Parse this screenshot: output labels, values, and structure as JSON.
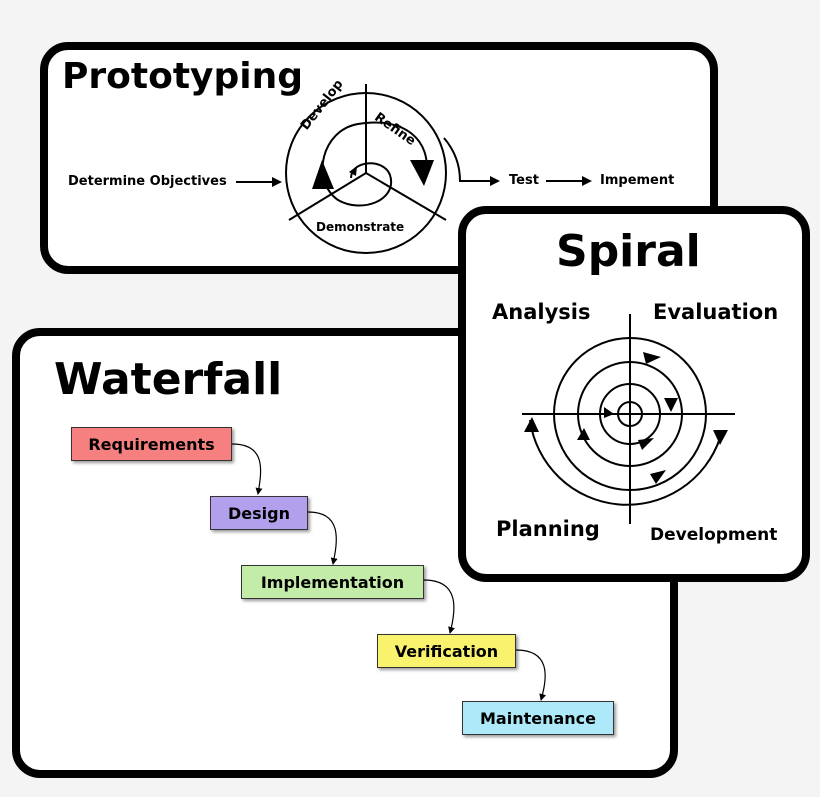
{
  "prototyping": {
    "title": "Prototyping",
    "determine": "Determine Objectives",
    "develop": "Develop",
    "refine": "Refine",
    "demonstrate": "Demonstrate",
    "test": "Test",
    "implement": "Impement"
  },
  "waterfall": {
    "title": "Waterfall",
    "steps": [
      {
        "label": "Requirements",
        "color": "#f67f7f"
      },
      {
        "label": "Design",
        "color": "#b3a0ec"
      },
      {
        "label": "Implementation",
        "color": "#c4eca9"
      },
      {
        "label": "Verification",
        "color": "#f9f26c"
      },
      {
        "label": "Maintenance",
        "color": "#aee9f9"
      }
    ]
  },
  "spiral": {
    "title": "Spiral",
    "analysis": "Analysis",
    "evaluation": "Evaluation",
    "planning": "Planning",
    "development": "Development"
  }
}
